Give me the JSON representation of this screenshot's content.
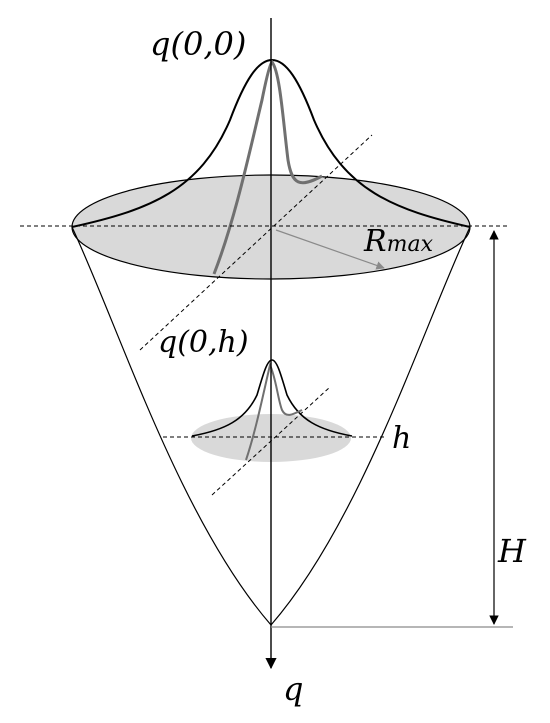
{
  "labels": {
    "peak_top": "q(0,0)",
    "peak_mid": "q(0,h)",
    "radius": "R",
    "radius_sub": "max",
    "height_level": "h",
    "total_height": "H",
    "axis": "q"
  },
  "colors": {
    "ink": "#000000",
    "disk_fill": "#d9d9d9",
    "curve_gray": "#707070",
    "arrow_gray": "#8a8a8a"
  }
}
